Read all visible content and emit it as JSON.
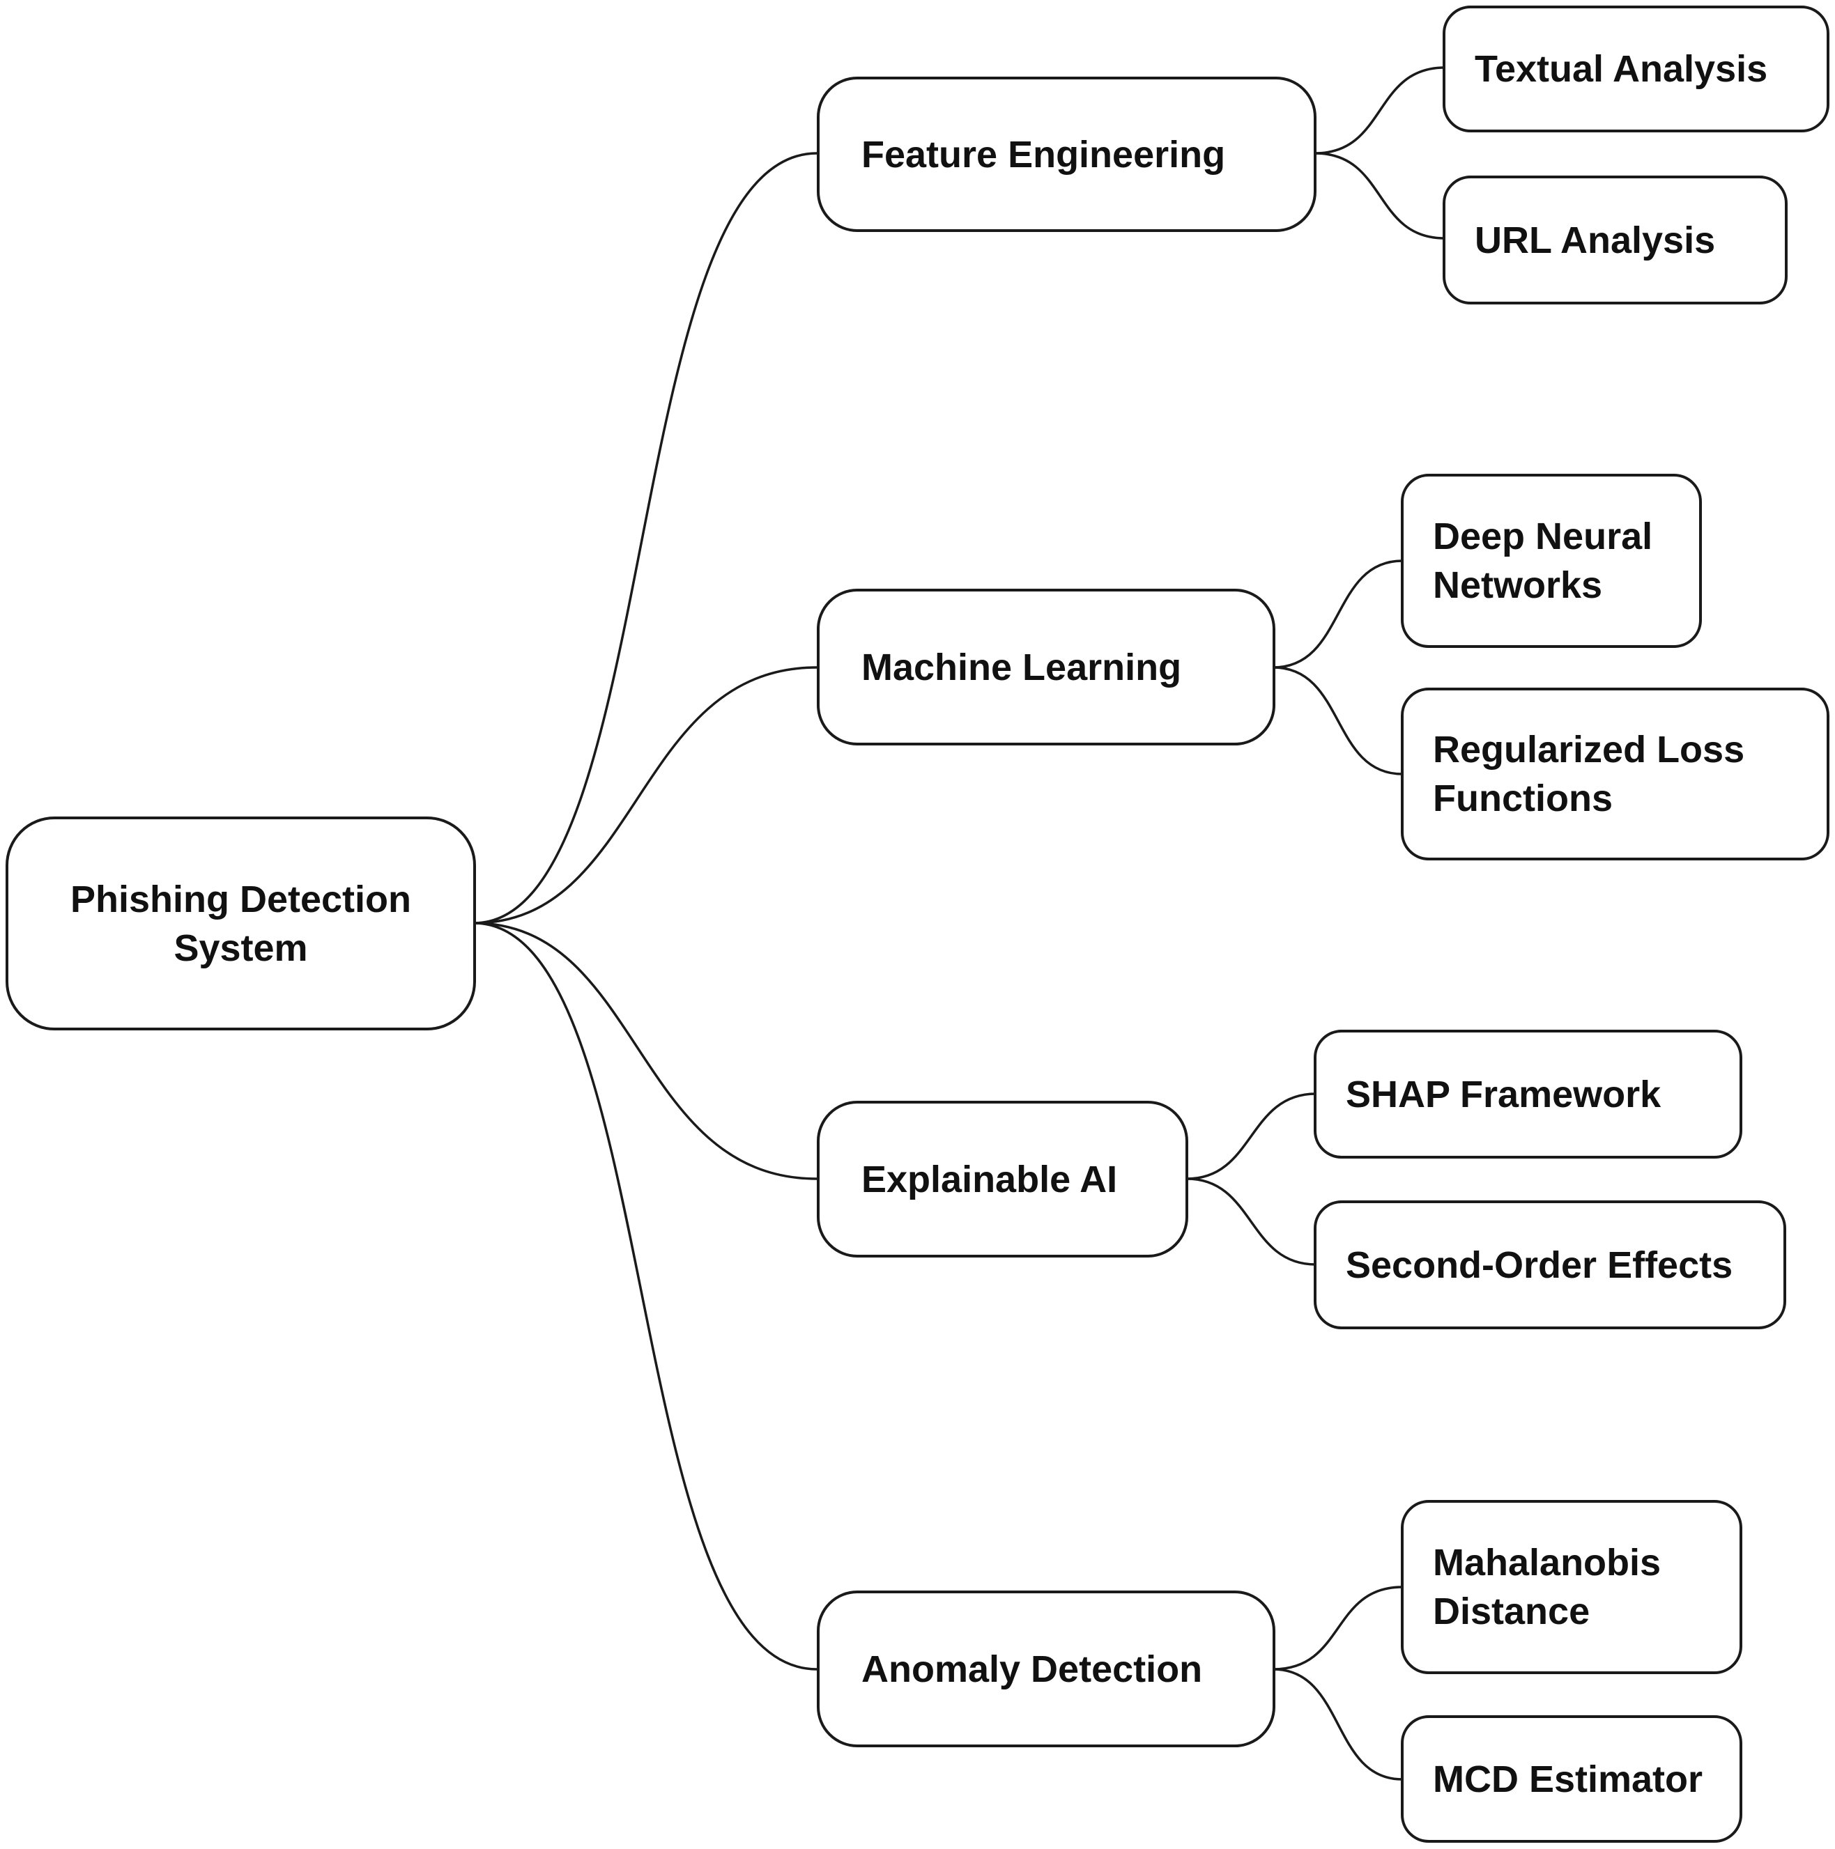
{
  "root": {
    "lines": [
      "Phishing Detection",
      "System"
    ]
  },
  "branches": [
    {
      "label": "Feature Engineering",
      "children": [
        {
          "lines": [
            "Textual Analysis"
          ]
        },
        {
          "lines": [
            "URL Analysis"
          ]
        }
      ]
    },
    {
      "label": "Machine Learning",
      "children": [
        {
          "lines": [
            "Deep Neural",
            "Networks"
          ]
        },
        {
          "lines": [
            "Regularized Loss",
            "Functions"
          ]
        }
      ]
    },
    {
      "label": "Explainable AI",
      "children": [
        {
          "lines": [
            "SHAP Framework"
          ]
        },
        {
          "lines": [
            "Second-Order Effects"
          ]
        }
      ]
    },
    {
      "label": "Anomaly Detection",
      "children": [
        {
          "lines": [
            "Mahalanobis",
            "Distance"
          ]
        },
        {
          "lines": [
            "MCD Estimator"
          ]
        }
      ]
    }
  ]
}
